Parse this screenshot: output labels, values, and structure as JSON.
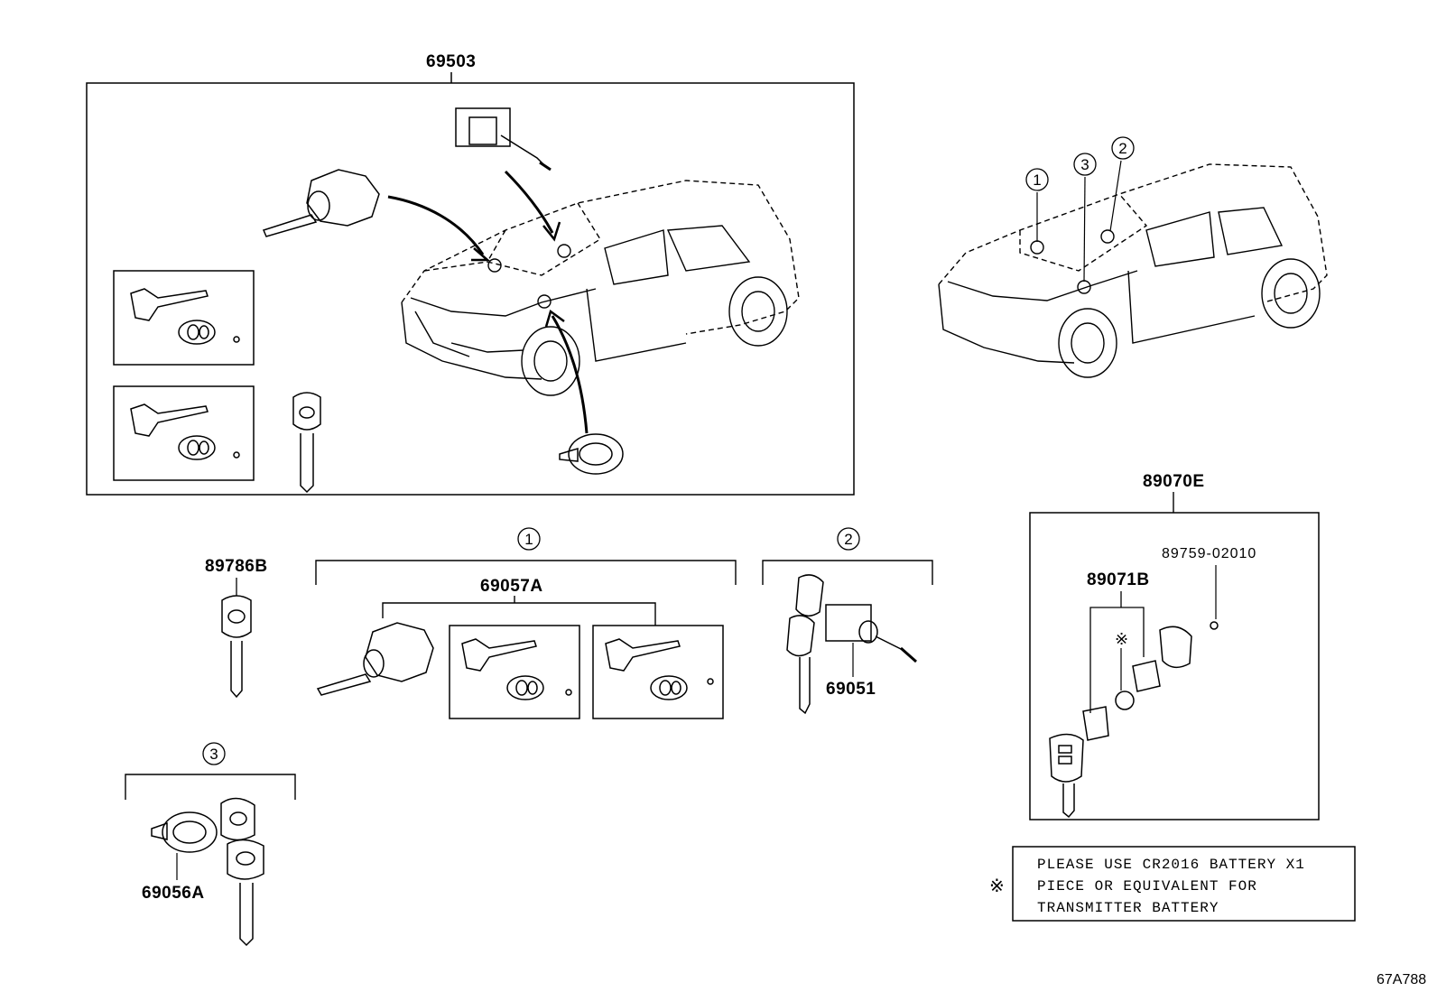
{
  "labels": {
    "p69503": "69503",
    "p89786B": "89786B",
    "p69057A": "69057A",
    "p69051": "69051",
    "p69056A": "69056A",
    "p89070E": "89070E",
    "p89071B": "89071B",
    "p89759": "89759-02010",
    "fig_code": "67A788"
  },
  "callouts": {
    "c1": "1",
    "c2": "2",
    "c3": "3"
  },
  "note": {
    "symbol": "※",
    "line1": "PLEASE USE CR2016 BATTERY X1",
    "line2": "PIECE OR EQUIVALENT FOR",
    "line3": "TRANSMITTER BATTERY"
  },
  "colors": {
    "ink": "#000000",
    "paper": "#ffffff"
  }
}
